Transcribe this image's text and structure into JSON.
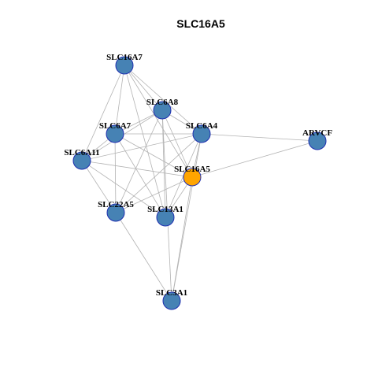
{
  "title": "SLC16A5",
  "colors": {
    "node_default": "#4682b4",
    "node_focus": "#ffa500",
    "node_border": "#1f2fb0",
    "edge": "#b3b3b3"
  },
  "nodes": [
    {
      "id": "SLC16A7",
      "label": "SLC16A7",
      "focus": false
    },
    {
      "id": "SLC6A8",
      "label": "SLC6A8",
      "focus": false
    },
    {
      "id": "SLC6A7",
      "label": "SLC6A7",
      "focus": false
    },
    {
      "id": "SLC6A4",
      "label": "SLC6A4",
      "focus": false
    },
    {
      "id": "ARVCF",
      "label": "ARVCF",
      "focus": false
    },
    {
      "id": "SLC6A11",
      "label": "SLC6A11",
      "focus": false
    },
    {
      "id": "SLC16A5",
      "label": "SLC16A5",
      "focus": true
    },
    {
      "id": "SLC22A5",
      "label": "SLC22A5",
      "focus": false
    },
    {
      "id": "SLC13A1",
      "label": "SLC13A1",
      "focus": false
    },
    {
      "id": "SLC3A1",
      "label": "SLC3A1",
      "focus": false
    }
  ],
  "edges": [
    [
      "SLC16A7",
      "SLC6A8"
    ],
    [
      "SLC16A7",
      "SLC6A4"
    ],
    [
      "SLC16A7",
      "SLC6A11"
    ],
    [
      "SLC16A7",
      "SLC6A7"
    ],
    [
      "SLC16A7",
      "SLC16A5"
    ],
    [
      "SLC16A7",
      "SLC13A1"
    ],
    [
      "SLC6A8",
      "SLC6A7"
    ],
    [
      "SLC6A8",
      "SLC6A4"
    ],
    [
      "SLC6A8",
      "SLC6A11"
    ],
    [
      "SLC6A8",
      "SLC16A5"
    ],
    [
      "SLC6A8",
      "SLC22A5"
    ],
    [
      "SLC6A8",
      "SLC13A1"
    ],
    [
      "SLC6A8",
      "SLC3A1"
    ],
    [
      "SLC6A7",
      "SLC6A4"
    ],
    [
      "SLC6A7",
      "SLC6A11"
    ],
    [
      "SLC6A7",
      "SLC16A5"
    ],
    [
      "SLC6A7",
      "SLC22A5"
    ],
    [
      "SLC6A7",
      "SLC13A1"
    ],
    [
      "SLC6A4",
      "ARVCF"
    ],
    [
      "SLC6A4",
      "SLC6A11"
    ],
    [
      "SLC6A4",
      "SLC16A5"
    ],
    [
      "SLC6A4",
      "SLC22A5"
    ],
    [
      "SLC6A4",
      "SLC13A1"
    ],
    [
      "SLC6A4",
      "SLC3A1"
    ],
    [
      "ARVCF",
      "SLC16A5"
    ],
    [
      "SLC6A11",
      "SLC16A5"
    ],
    [
      "SLC6A11",
      "SLC22A5"
    ],
    [
      "SLC6A11",
      "SLC13A1"
    ],
    [
      "SLC16A5",
      "SLC22A5"
    ],
    [
      "SLC16A5",
      "SLC13A1"
    ],
    [
      "SLC16A5",
      "SLC3A1"
    ],
    [
      "SLC22A5",
      "SLC3A1"
    ]
  ]
}
